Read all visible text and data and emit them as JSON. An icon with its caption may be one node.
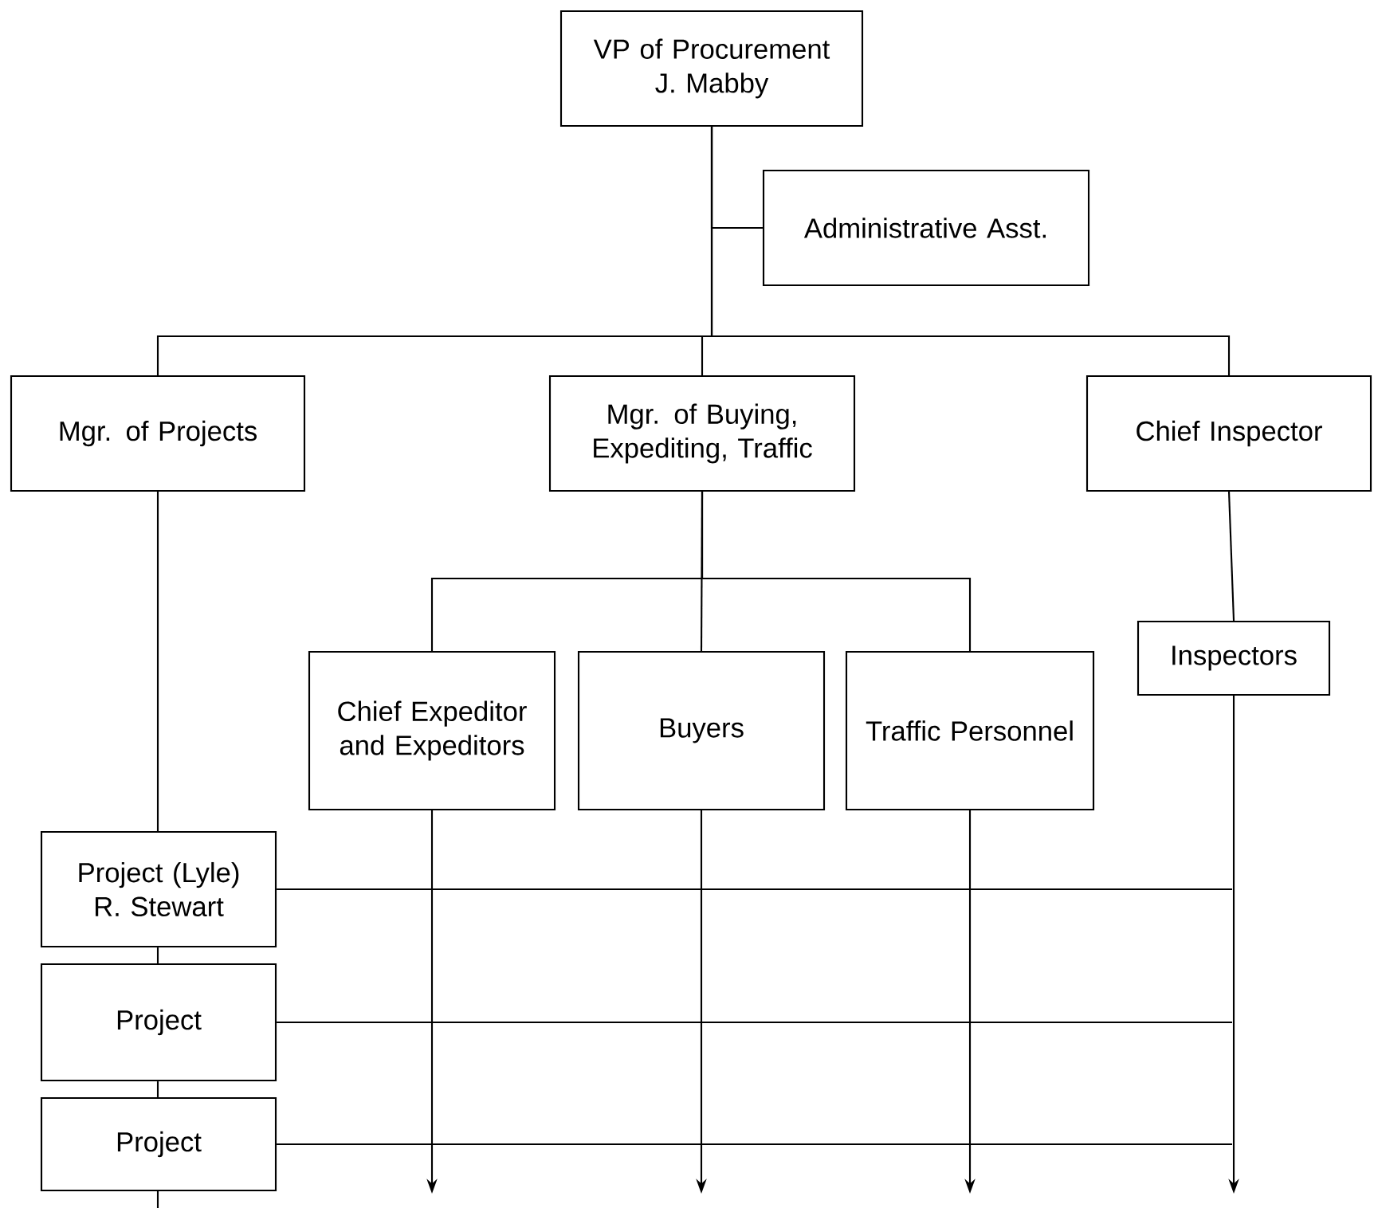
{
  "diagram": {
    "nodes": [
      {
        "text": [
          "VP of Procurement",
          "J. Mabby"
        ]
      },
      {
        "text": [
          "Administrative Asst."
        ]
      },
      {
        "text": [
          "Mgr. of Projects"
        ]
      },
      {
        "text": [
          "Mgr. of Buying, Expediting, Traffic"
        ]
      },
      {
        "text": [
          "Chief Inspector"
        ]
      },
      {
        "text": [
          "Chief Expeditor and Expeditors"
        ]
      },
      {
        "text": [
          "Buyers"
        ]
      },
      {
        "text": [
          "Traffic Personnel"
        ]
      },
      {
        "text": [
          "Inspectors"
        ]
      },
      {
        "text": [
          "Project (Lyle)",
          "R. Stewart"
        ]
      },
      {
        "text": [
          "Project"
        ]
      },
      {
        "text": [
          "Project"
        ]
      }
    ],
    "edges": [
      {
        "from": 0,
        "to": 1,
        "arrow": "none"
      },
      {
        "from": 0,
        "to": 2,
        "arrow": "none"
      },
      {
        "from": 0,
        "to": 3,
        "arrow": "none"
      },
      {
        "from": 0,
        "to": 4,
        "arrow": "none"
      },
      {
        "from": 3,
        "to": 5,
        "arrow": "none"
      },
      {
        "from": 3,
        "to": 6,
        "arrow": "none"
      },
      {
        "from": 3,
        "to": 7,
        "arrow": "none"
      },
      {
        "from": 4,
        "to": 8,
        "arrow": "none"
      },
      {
        "from": 2,
        "to": 9,
        "arrow": "none"
      },
      {
        "from": 9,
        "to": 10,
        "arrow": "none"
      },
      {
        "from": 10,
        "to": 11,
        "arrow": "none"
      },
      {
        "from": 11,
        "to": null,
        "arrow": "none"
      },
      {
        "from": 9,
        "to": null,
        "arrow": "none"
      },
      {
        "from": 10,
        "to": null,
        "arrow": "none"
      },
      {
        "from": 11,
        "to": null,
        "arrow": "none"
      },
      {
        "from": 5,
        "to": null,
        "arrow": "to"
      },
      {
        "from": 6,
        "to": null,
        "arrow": "to"
      },
      {
        "from": 7,
        "to": null,
        "arrow": "to"
      },
      {
        "from": 8,
        "to": null,
        "arrow": "to"
      }
    ]
  }
}
